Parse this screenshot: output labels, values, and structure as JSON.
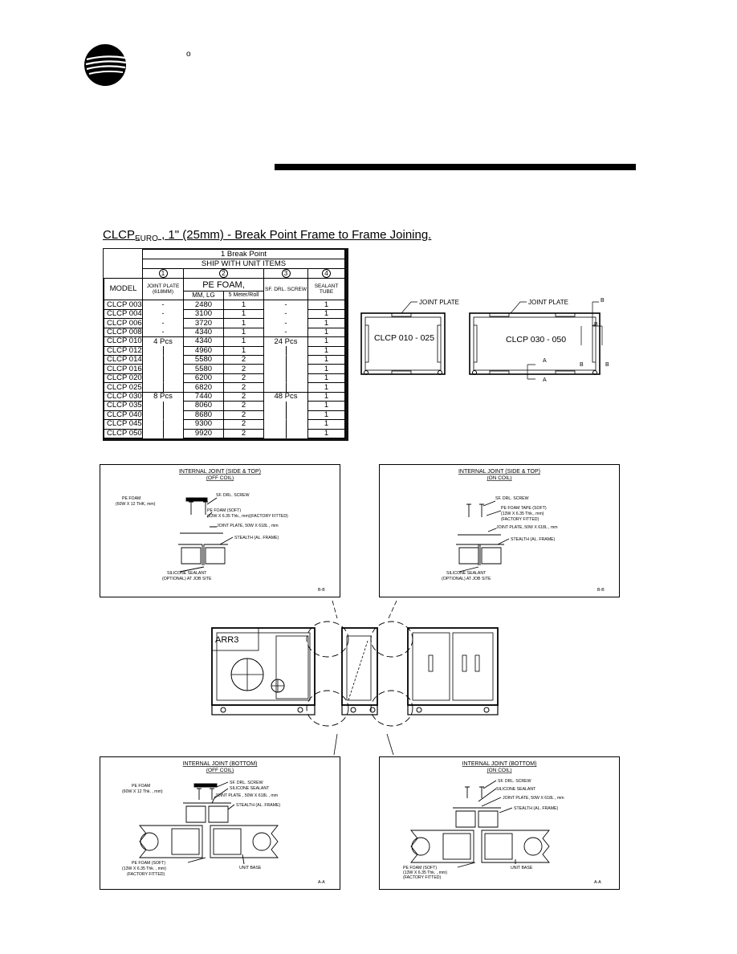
{
  "header": {
    "degree_symbol": "o"
  },
  "title": {
    "prefix": "CLCP",
    "sub": "EURO",
    "suffix": " , 1\" (25mm) - Break Point Frame to Frame Joining."
  },
  "table": {
    "row1": "1 Break Point",
    "row2": "SHIP WITH UNIT ITEMS",
    "nums": [
      "1",
      "2",
      "3",
      "4"
    ],
    "col_model": "MODEL",
    "col_joint": "JOINT PLATE",
    "col_joint_sub": "(618MM)",
    "col_pefoam": "PE FOAM,",
    "col_mmlg": "MM, LG",
    "col_roll": "5 Meter/Roll",
    "col_screw": "SF. DRL. SCREW",
    "col_sealant": "SEALANT TUBE",
    "rows": [
      {
        "model": "CLCP 003",
        "joint": "-",
        "mm": "2480",
        "roll": "1",
        "screw": "-",
        "tube": "1"
      },
      {
        "model": "CLCP 004",
        "joint": "-",
        "mm": "3100",
        "roll": "1",
        "screw": "-",
        "tube": "1"
      },
      {
        "model": "CLCP 006",
        "joint": "-",
        "mm": "3720",
        "roll": "1",
        "screw": "-",
        "tube": "1"
      },
      {
        "model": "CLCP 008",
        "joint": "-",
        "mm": "4340",
        "roll": "1",
        "screw": "-",
        "tube": "1"
      },
      {
        "model": "CLCP 010",
        "joint": "4 Pcs",
        "mm": "4340",
        "roll": "1",
        "screw": "24 Pcs",
        "tube": "1"
      },
      {
        "model": "CLCP 012",
        "joint": "",
        "mm": "4960",
        "roll": "1",
        "screw": "",
        "tube": "1"
      },
      {
        "model": "CLCP 014",
        "joint": "",
        "mm": "5580",
        "roll": "2",
        "screw": "",
        "tube": "1"
      },
      {
        "model": "CLCP 016",
        "joint": "",
        "mm": "5580",
        "roll": "2",
        "screw": "",
        "tube": "1"
      },
      {
        "model": "CLCP 020",
        "joint": "",
        "mm": "6200",
        "roll": "2",
        "screw": "",
        "tube": "1"
      },
      {
        "model": "CLCP 025",
        "joint": "",
        "mm": "6820",
        "roll": "2",
        "screw": "",
        "tube": "1"
      },
      {
        "model": "CLCP 030",
        "joint": "8 Pcs",
        "mm": "7440",
        "roll": "2",
        "screw": "48 Pcs",
        "tube": "1"
      },
      {
        "model": "CLCP 035",
        "joint": "",
        "mm": "8060",
        "roll": "2",
        "screw": "",
        "tube": "1"
      },
      {
        "model": "CLCP 040",
        "joint": "",
        "mm": "8680",
        "roll": "2",
        "screw": "",
        "tube": "1"
      },
      {
        "model": "CLCP 045",
        "joint": "",
        "mm": "9300",
        "roll": "2",
        "screw": "",
        "tube": "1"
      },
      {
        "model": "CLCP 050",
        "joint": "",
        "mm": "9920",
        "roll": "2",
        "screw": "",
        "tube": "1"
      }
    ]
  },
  "frames": {
    "small_label": "CLCP 010 - 025",
    "large_label": "CLCP 030 - 050",
    "joint_plate": "JOINT PLATE",
    "a": "A",
    "b": "B"
  },
  "panels": {
    "tl": {
      "title": "INTERNAL JOINT (SIDE & TOP)",
      "subtitle": "(OFF COIL)",
      "labels": [
        "PE FOAM",
        "(60W X 12 THK, mm)",
        "SF. DRL. SCREW",
        "PE FOAM (SOFT)",
        "(13W X 6.35 Thk., mm)(FACTORY FITTED)",
        "JOINT PLATE, 50W X 618L , mm",
        "STEALTH (AL. FRAME)",
        "SILICONE SEALANT",
        "(OPTIONAL) AT JOB SITE"
      ],
      "section": "B-B"
    },
    "tr": {
      "title": "INTERNAL JOINT (SIDE & TOP)",
      "subtitle": "(ON COIL)",
      "labels": [
        "SF. DRL. SCREW",
        "PE FOAM TAPE (SOFT)",
        "(13W X 6.35 Thk., mm)",
        "(FACTORY FITTED)",
        "JOINT PLATE, 50W X 618L , mm",
        "STEALTH (AL. FRAME)",
        "SILICONE SEALANT",
        "(OPTIONAL) AT JOB SITE"
      ],
      "section": "B-B"
    },
    "bl": {
      "title": "INTERNAL JOINT (BOTTOM)",
      "subtitle": "(OFF COIL)",
      "labels": [
        "PE FOAM",
        "(60W X 12 Thk. , mm)",
        "SF. DRL. SCREW",
        "SILICONE SEALANT",
        "JOINT PLATE , 50W X 618L , mm",
        "STEALTH (AL. FRAME)",
        "PE FOAM (SOFT)",
        "(13W X 6.35 Thk. , mm)",
        "(FACTORY FITTED)",
        "UNIT BASE"
      ],
      "section": "A-A"
    },
    "br": {
      "title": "INTERNAL JOINT (BOTTOM)",
      "subtitle": "(ON COIL)",
      "labels": [
        "SF. DRL. SCREW",
        "SILICONE SEALANT",
        "JOINT PLATE, 50W X 618L , mm",
        "STEALTH (AL. FRAME)",
        "PE FOAM (SOFT)",
        "(13W X 6.35 Thk. , mm)",
        "(FACTORY FITTED)",
        "UNIT BASE"
      ],
      "section": "A-A"
    }
  },
  "unit": {
    "label": "ARR3"
  }
}
